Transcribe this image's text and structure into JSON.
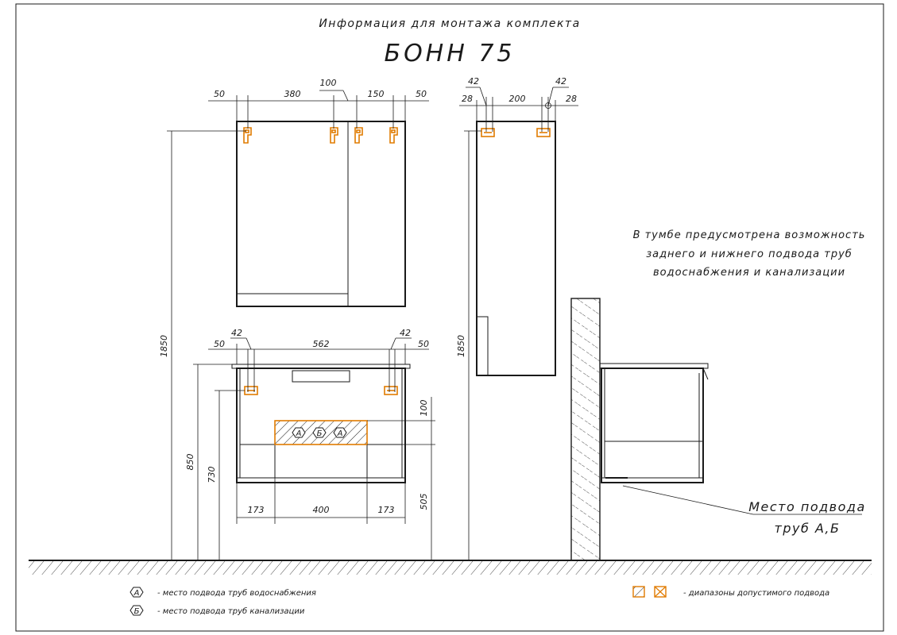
{
  "header": {
    "subtitle": "Информация для монтажа комплекта",
    "title": "БОНН 75"
  },
  "dims": {
    "top_50_left": "50",
    "top_380": "380",
    "top_100": "100",
    "top_150": "150",
    "top_50_right": "50",
    "height_1850_front": "1850",
    "vanity_42_left": "42",
    "vanity_50_left": "50",
    "vanity_562": "562",
    "vanity_42_right": "42",
    "vanity_50_right": "50",
    "height_850": "850",
    "height_730": "730",
    "pipe_100": "100",
    "height_505": "505",
    "bottom_173_left": "173",
    "bottom_400": "400",
    "bottom_173_right": "173",
    "side_42_left": "42",
    "side_42_right": "42",
    "side_28_left": "28",
    "side_200": "200",
    "side_28_right": "28",
    "height_1850_side": "1850"
  },
  "markers": {
    "a": "А",
    "b": "Б"
  },
  "note": {
    "line1": "В тумбе предусмотрена возможность",
    "line2": "заднего и нижнего подвода труб",
    "line3": "водоснабжения и канализации"
  },
  "callout": {
    "line1": "Место подвода",
    "line2": "труб А,Б"
  },
  "legend": {
    "a_text": "- место подвода труб водоснабжения",
    "b_text": "- место подвода труб канализации",
    "range_text": "- диапазоны допустимого подвода"
  },
  "colors": {
    "accent": "#e07b00",
    "ink": "#1a1a1a"
  }
}
